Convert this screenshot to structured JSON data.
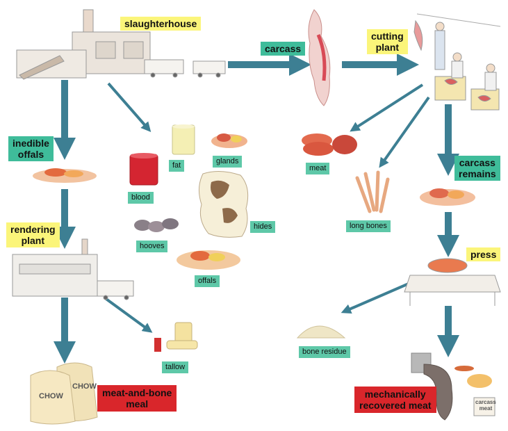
{
  "labels": {
    "slaughterhouse": "slaughterhouse",
    "carcass": "carcass",
    "cutting_plant": "cutting\nplant",
    "inedible_offals": "inedible\noffals",
    "fat": "fat",
    "glands": "glands",
    "blood": "blood",
    "hides": "hides",
    "hooves": "hooves",
    "offals": "offals",
    "meat": "meat",
    "long_bones": "long bones",
    "carcass_remains": "carcass\nremains",
    "rendering_plant": "rendering\nplant",
    "press": "press",
    "tallow": "tallow",
    "bone_residue": "bone residue",
    "meat_and_bone_meal": "meat-and-bone\nmeal",
    "mechanically_recovered_meat": "mechanically\nrecovered meat"
  },
  "package_text": {
    "chow_front": "CHOW",
    "chow_back": "CHOW",
    "can": "carcass\nmeat"
  },
  "colors": {
    "arrow": "#3d7f93",
    "yellow_label": "#fbf57a",
    "teal_label": "#5ec8a8",
    "red_label": "#d9262b"
  }
}
